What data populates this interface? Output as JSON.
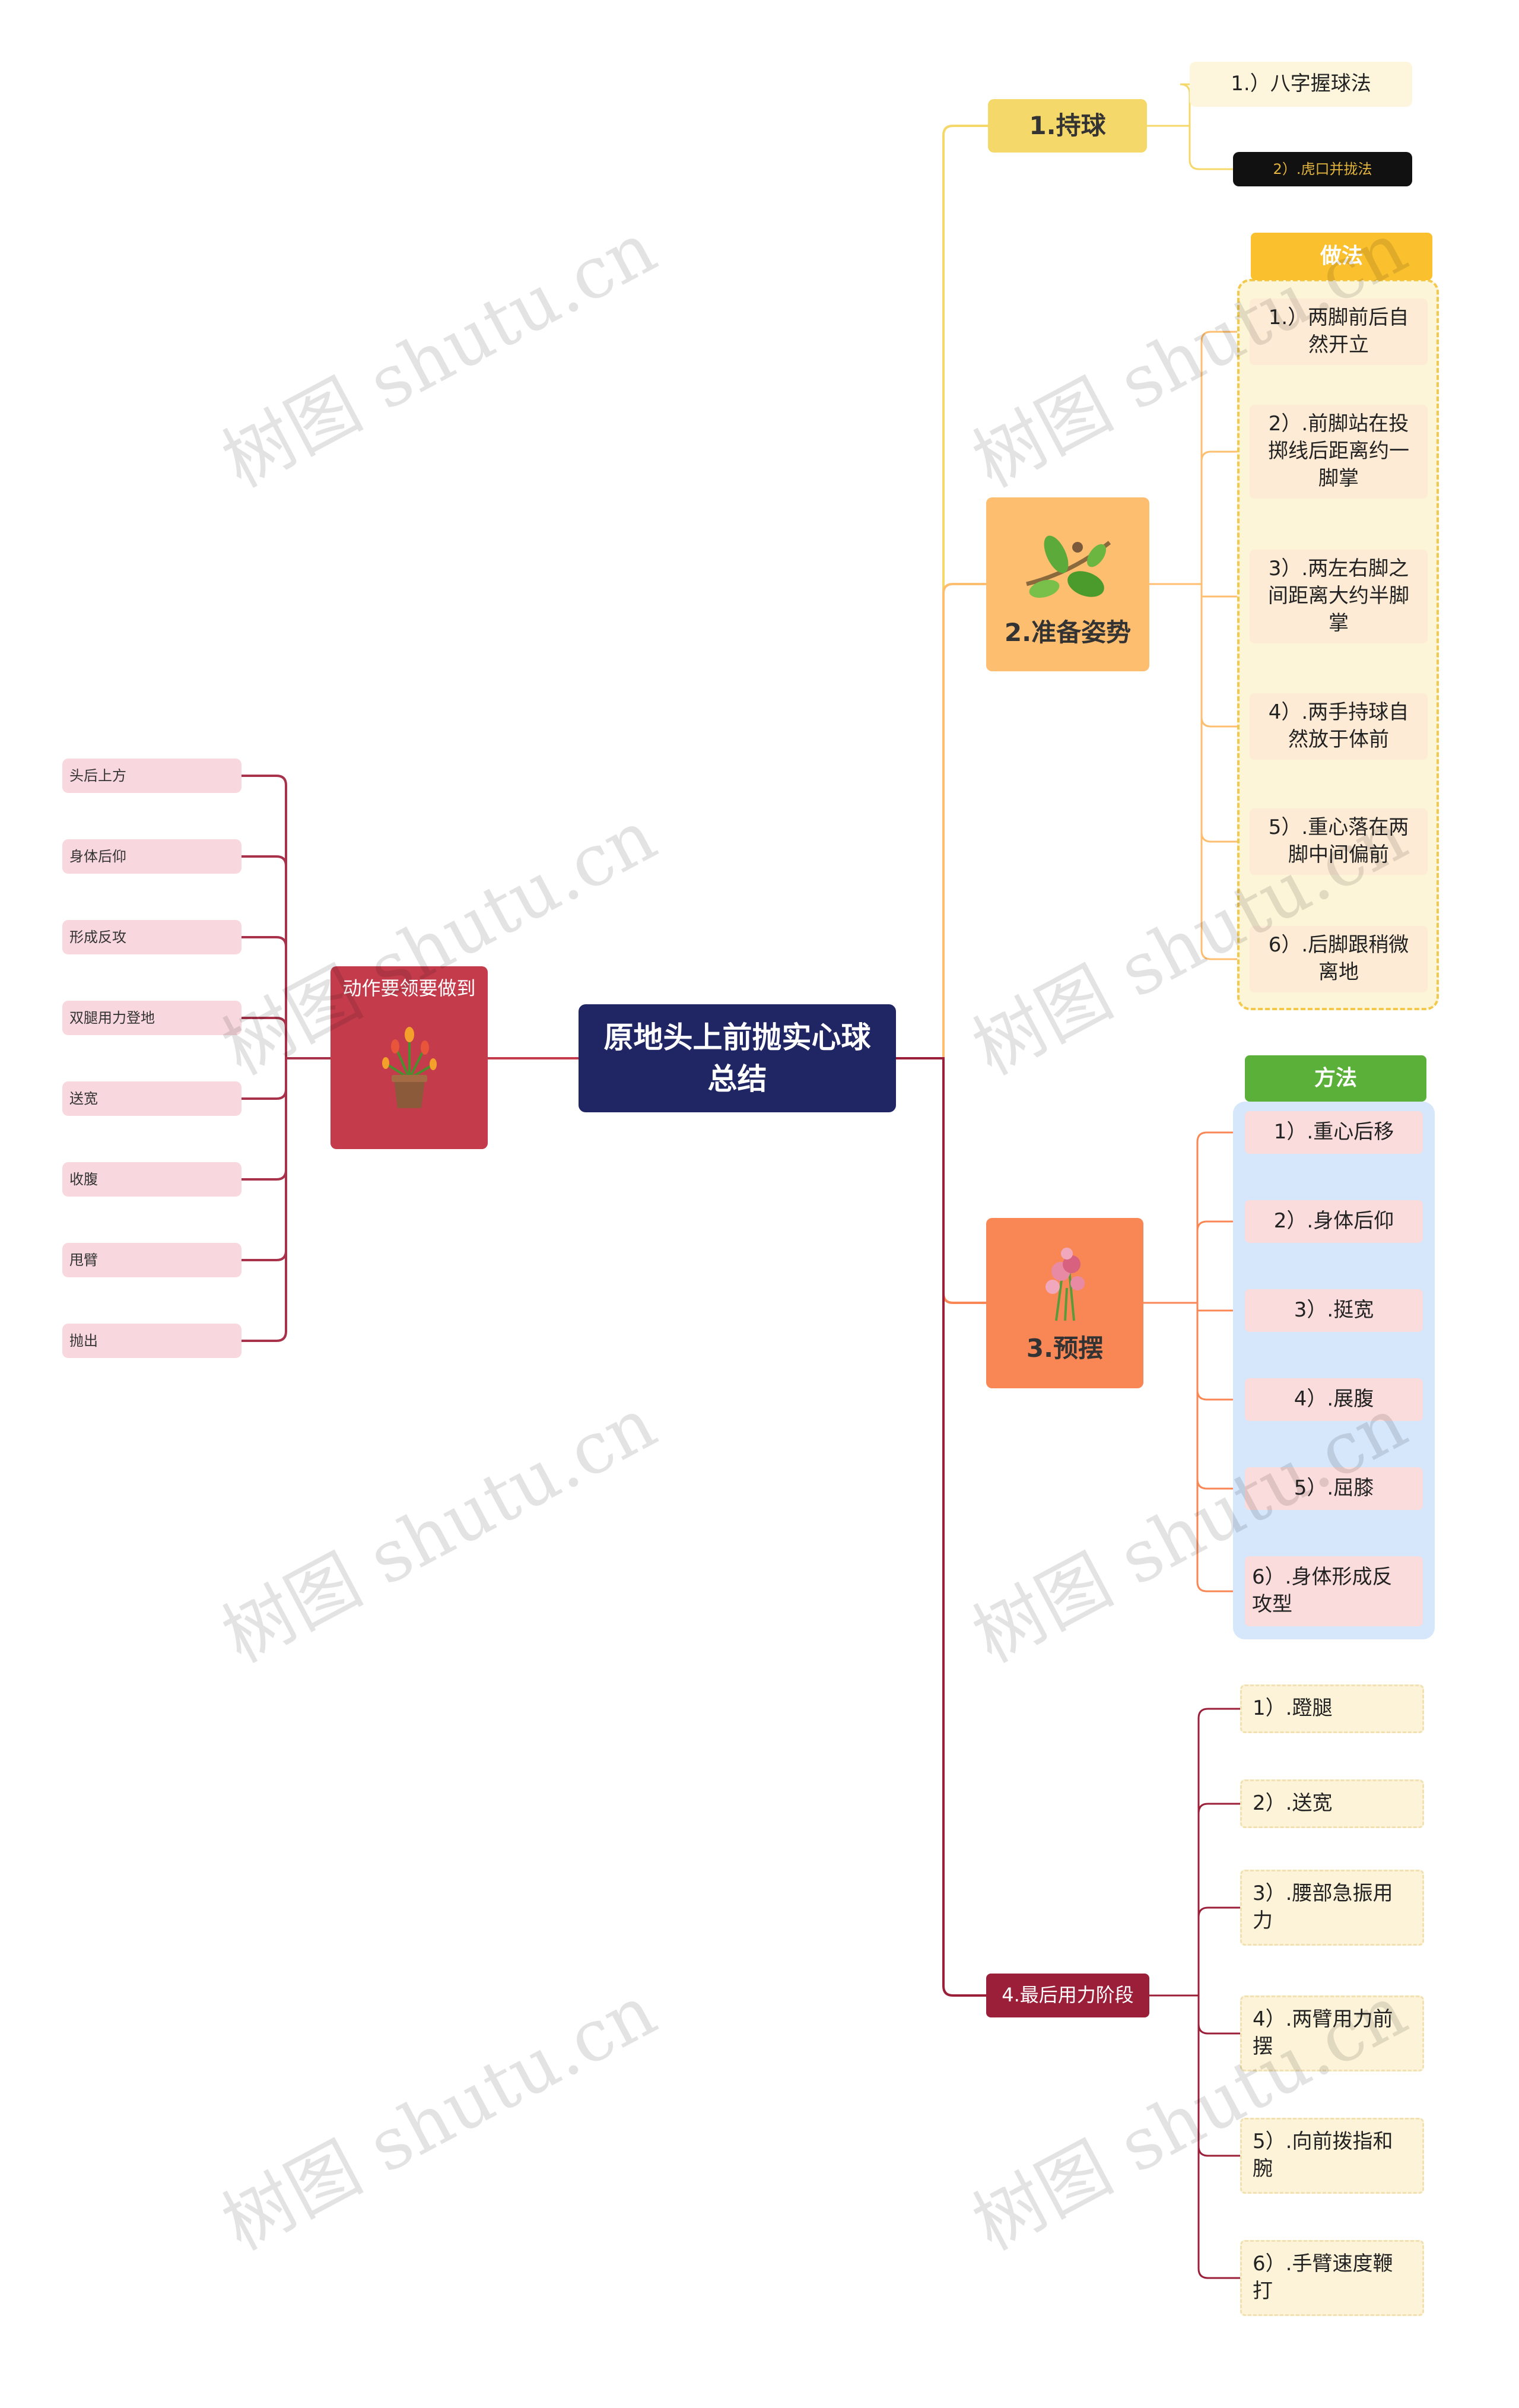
{
  "center": {
    "text": "原地头上前抛实心球\n总结"
  },
  "left": {
    "title": "动作要领要做到",
    "plant_icon": "potted-plant-icon",
    "items": [
      "头后上方",
      "身体后仰",
      "形成反攻",
      "双腿用力登地",
      "送宽",
      "收腹",
      "甩臂",
      "抛出"
    ]
  },
  "b1": {
    "title": "1.持球",
    "items": [
      "1.）八字握球法",
      "2）.虎口并拢法"
    ]
  },
  "b2": {
    "title": "2.准备姿势",
    "icon": "leaf-branch-icon",
    "group_label": "做法",
    "items": [
      "1.）两脚前后自\n然开立",
      "2）.前脚站在投\n掷线后距离约一\n脚掌",
      "3）.两左右脚之\n间距离大约半脚\n掌",
      "4）.两手持球自\n然放于体前",
      "5）.重心落在两\n脚中间偏前",
      "6）.后脚跟稍微\n离地"
    ]
  },
  "b3": {
    "title": "3.预摆",
    "icon": "flower-icon",
    "group_label": "方法",
    "items": [
      "1）.重心后移",
      "2）.身体后仰",
      "3）.挺宽",
      "4）.展腹",
      "5）.屈膝",
      "6）.身体形成反\n攻型"
    ]
  },
  "b4": {
    "title": "4.最后用力阶段",
    "items": [
      "1）.蹬腿",
      "2）.送宽",
      "3）.腰部急振用\n力",
      "4）.两臂用力前\n摆",
      "5）.向前拨指和\n腕",
      "6）.手臂速度鞭\n打"
    ]
  },
  "watermark": "树图 shutu.cn",
  "colors": {
    "center": "#202564",
    "left": "#c43c4c",
    "left_leaf": "#f8d8de",
    "b1": "#f5d86a",
    "b2": "#fdbe6f",
    "b3": "#f98756",
    "b4": "#9c1f3a",
    "group2": "#fbc02d",
    "group3": "#5bb03a",
    "group3_bg": "#d6e6fb"
  }
}
